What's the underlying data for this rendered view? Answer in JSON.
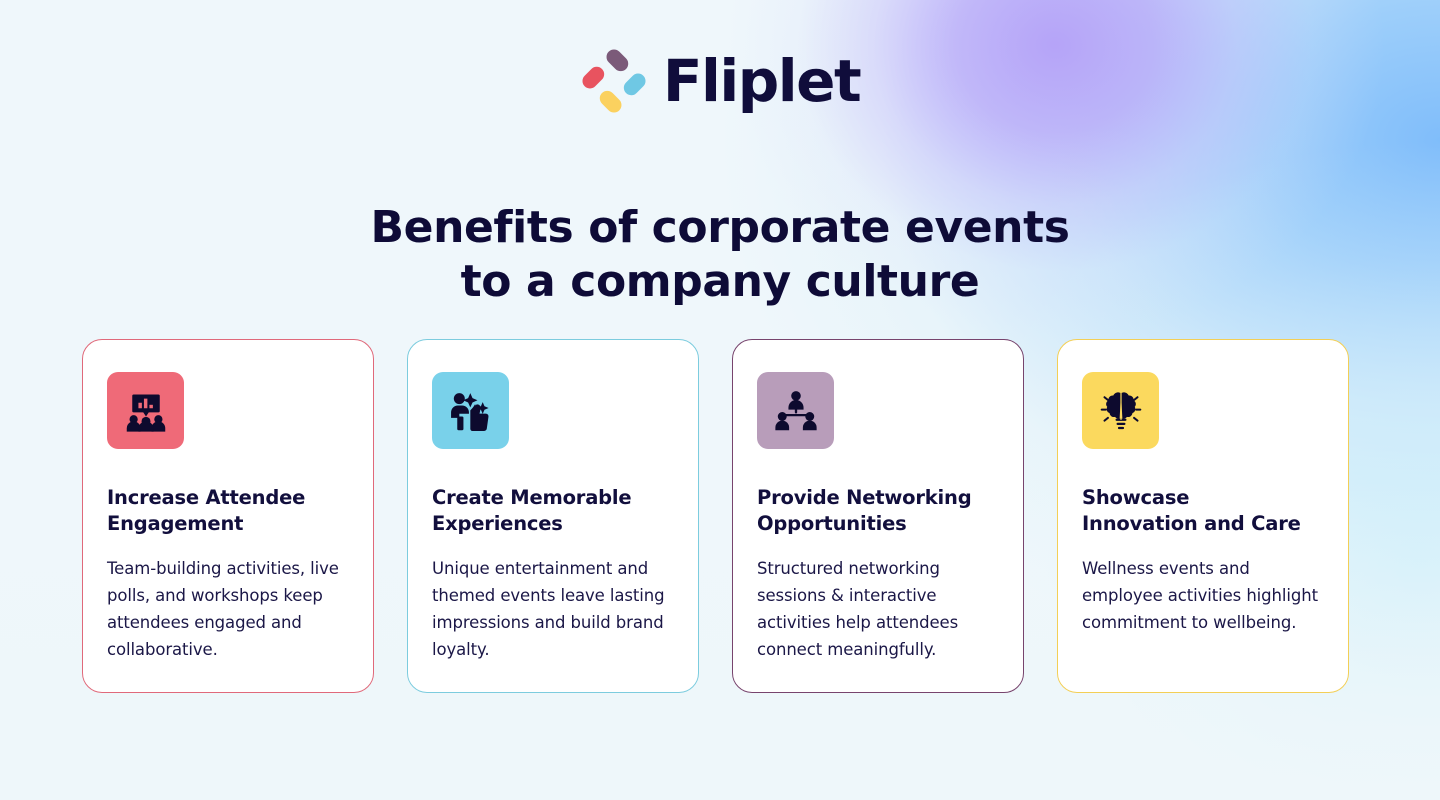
{
  "brand": {
    "name": "Fliplet",
    "logo_icon": "fliplet-pinwheel-logo",
    "logo_colors": {
      "top_left_purple": "#7b5a79",
      "top_right_cyan": "#6fc8e4",
      "bottom_right_yellow": "#fbd15f",
      "bottom_left_red": "#e8535f"
    },
    "wordmark_color": "#100d3b"
  },
  "headline": {
    "text": "Benefits of corporate events\nto a company culture",
    "color": "#0e0b37"
  },
  "background": {
    "base_color": "#eff7fb",
    "accent_purple": "#b4a0f8",
    "accent_blue": "#7abafa",
    "accent_cyan": "#caeefa"
  },
  "cards": [
    {
      "title": "Increase Attendee\nEngagement",
      "body": "Team-building activities, live polls, and workshops keep attendees engaged and collaborative.",
      "icon": "presentation-audience-icon",
      "icon_bg": "#ef6a78",
      "icon_color": "#0d0a2e",
      "border_color": "#e0697a"
    },
    {
      "title": "Create Memorable\nExperiences",
      "body": "Unique entertainment and themed events leave lasting impressions and build brand loyalty.",
      "icon": "thumbs-up-sparkle-icon",
      "icon_bg": "#79d1ea",
      "icon_color": "#0d0a2e",
      "border_color": "#7cccde"
    },
    {
      "title": "Provide Networking\nOpportunities",
      "body": "Structured networking sessions & interactive activities help attendees connect meaningfully.",
      "icon": "network-people-icon",
      "icon_bg": "#b89dba",
      "icon_color": "#0d0a2e",
      "border_color": "#77446d"
    },
    {
      "title": "Showcase\nInnovation and Care",
      "body": "Wellness events and employee activities highlight commitment to wellbeing.",
      "icon": "lightbulb-brain-icon",
      "icon_bg": "#fbd95e",
      "icon_color": "#0d0a2e",
      "border_color": "#f3cf56"
    }
  ]
}
